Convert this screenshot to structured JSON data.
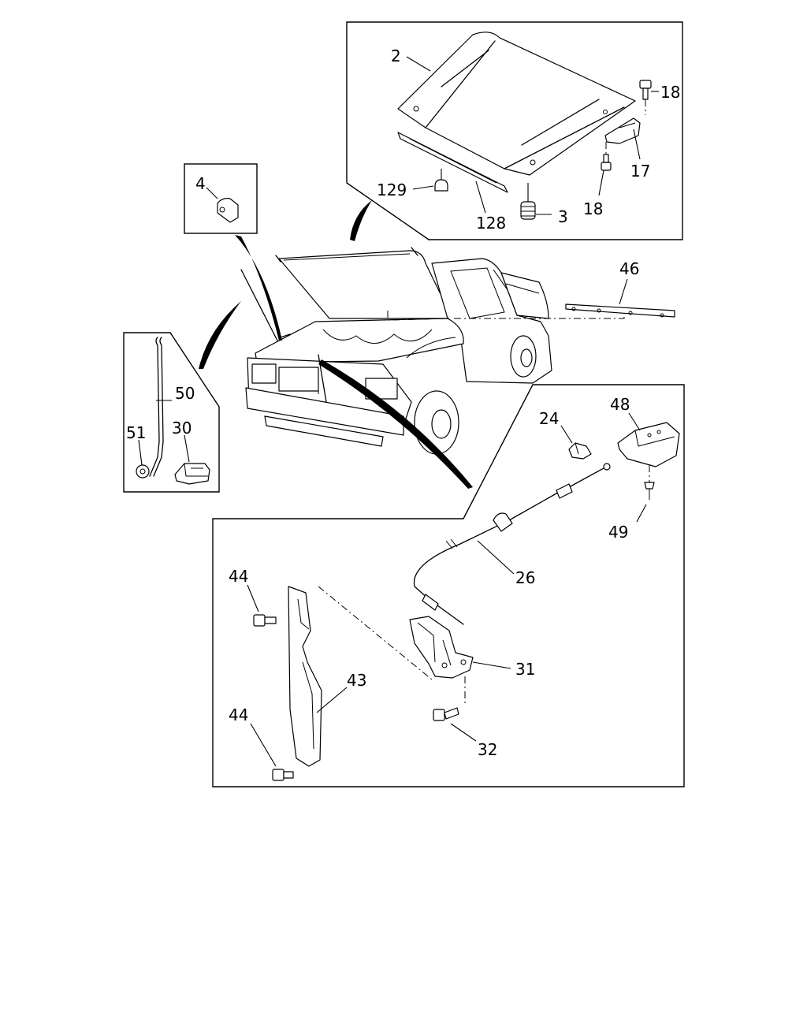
{
  "diagram": {
    "colors": {
      "line": "#000000",
      "background": "#ffffff"
    },
    "callouts": {
      "c2": "2",
      "c18a": "18",
      "c17": "17",
      "c18b": "18",
      "c129": "129",
      "c128": "128",
      "c3": "3",
      "c4": "4",
      "c46": "46",
      "c50": "50",
      "c51": "51",
      "c30": "30",
      "c24": "24",
      "c48": "48",
      "c49": "49",
      "c26": "26",
      "c44a": "44",
      "c31": "31",
      "c43": "43",
      "c44b": "44",
      "c32": "32"
    }
  }
}
